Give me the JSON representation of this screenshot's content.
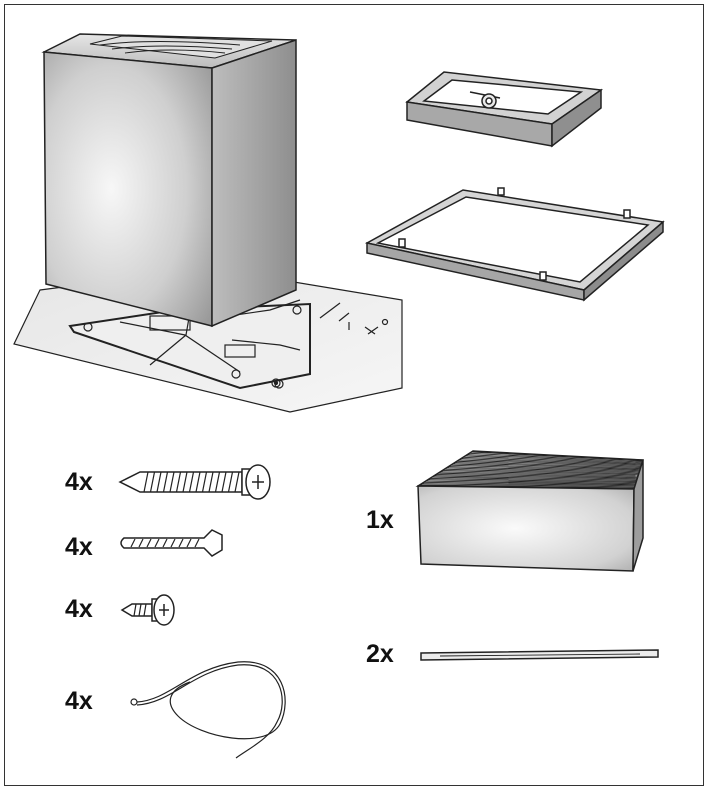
{
  "figure": "parts-list",
  "colors": {
    "outline": "#222222",
    "panel_light": "#f2f2f2",
    "panel_dark": "#9a9a9a",
    "frame_border": "#333333"
  },
  "items": [
    {
      "id": "chimney-cover",
      "icon": "chimney-cover-icon"
    },
    {
      "id": "mounting-template",
      "icon": "paper-template-icon"
    },
    {
      "id": "adapter-ring",
      "icon": "adapter-ring-icon"
    },
    {
      "id": "ceiling-frame",
      "icon": "frame-icon"
    },
    {
      "id": "wood-screw",
      "icon": "long-screw-icon",
      "quantity": "4x"
    },
    {
      "id": "wall-plug",
      "icon": "wall-plug-icon",
      "quantity": "4x"
    },
    {
      "id": "short-screw",
      "icon": "short-screw-icon",
      "quantity": "4x"
    },
    {
      "id": "safety-cable",
      "icon": "cable-icon",
      "quantity": "4x"
    },
    {
      "id": "carbon-filter",
      "icon": "filter-box-icon",
      "quantity": "1x"
    },
    {
      "id": "filter-strip",
      "icon": "strip-icon",
      "quantity": "2x"
    }
  ]
}
